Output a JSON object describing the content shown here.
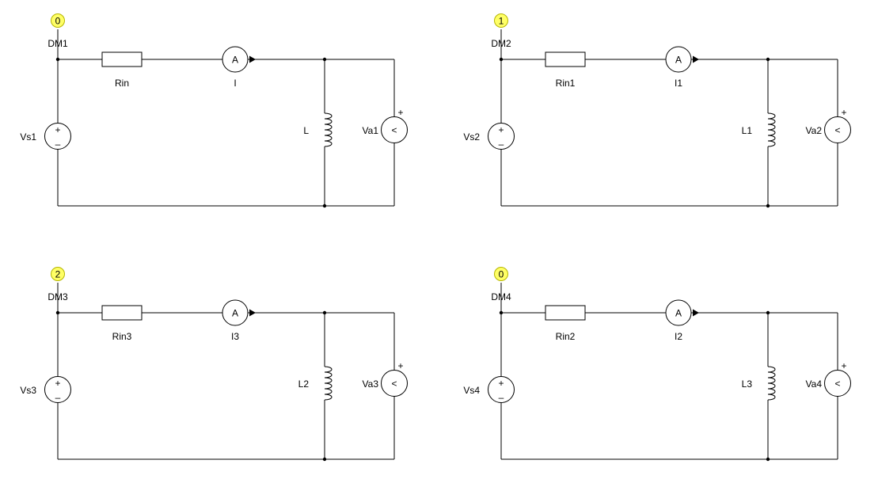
{
  "circuits": [
    {
      "probe_value": "0",
      "probe_label": "DM1",
      "resistor_label": "Rin",
      "ammeter_label": "I",
      "inductor_label": "L",
      "voltmeter_label": "Va1",
      "source_label": "Vs1"
    },
    {
      "probe_value": "1",
      "probe_label": "DM2",
      "resistor_label": "Rin1",
      "ammeter_label": "I1",
      "inductor_label": "L1",
      "voltmeter_label": "Va2",
      "source_label": "Vs2"
    },
    {
      "probe_value": "2",
      "probe_label": "DM3",
      "resistor_label": "Rin3",
      "ammeter_label": "I3",
      "inductor_label": "L2",
      "voltmeter_label": "Va3",
      "source_label": "Vs3"
    },
    {
      "probe_value": "0",
      "probe_label": "DM4",
      "resistor_label": "Rin2",
      "ammeter_label": "I2",
      "inductor_label": "L3",
      "voltmeter_label": "Va4",
      "source_label": "Vs4"
    }
  ],
  "symbols": {
    "ammeter": "A",
    "voltmeter": "<",
    "plus": "+",
    "minus": "–"
  },
  "colors": {
    "probe_fill": "#ffff66",
    "wire": "#000000"
  }
}
